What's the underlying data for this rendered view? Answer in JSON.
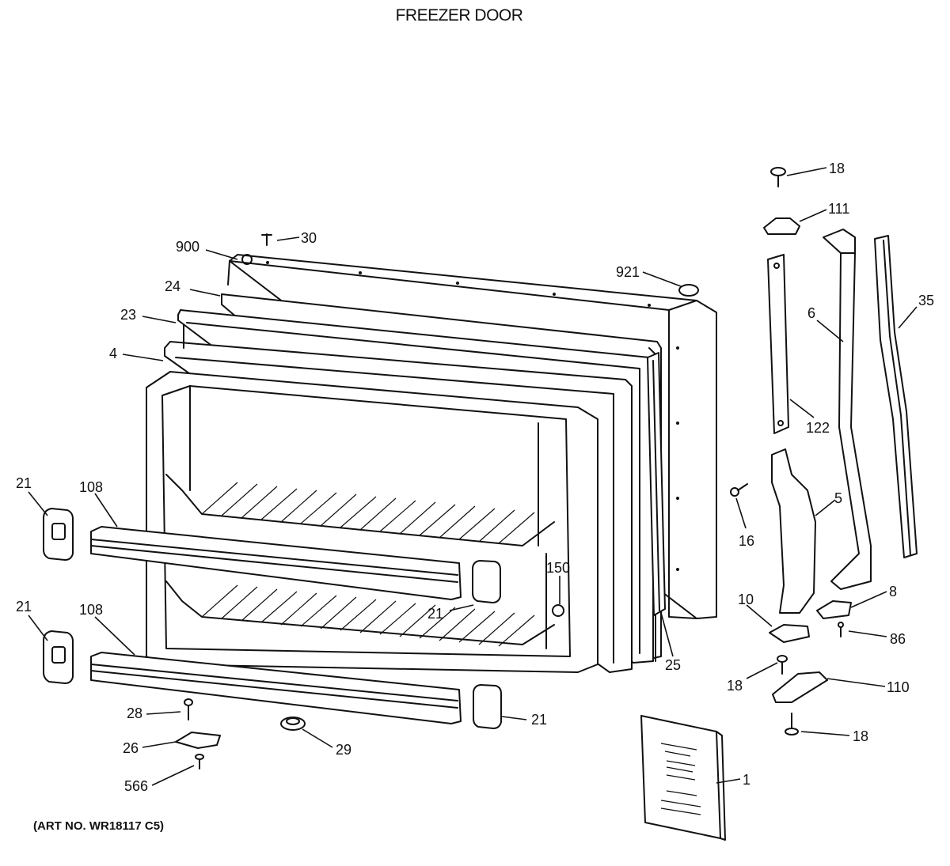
{
  "title": "FREEZER DOOR",
  "art_number": "(ART NO. WR18117 C5)",
  "callouts": [
    {
      "id": "c-18-top",
      "label": "18"
    },
    {
      "id": "c-111",
      "label": "111"
    },
    {
      "id": "c-30",
      "label": "30"
    },
    {
      "id": "c-900",
      "label": "900"
    },
    {
      "id": "c-921",
      "label": "921"
    },
    {
      "id": "c-24",
      "label": "24"
    },
    {
      "id": "c-35",
      "label": "35"
    },
    {
      "id": "c-23",
      "label": "23"
    },
    {
      "id": "c-6",
      "label": "6"
    },
    {
      "id": "c-4",
      "label": "4"
    },
    {
      "id": "c-122",
      "label": "122"
    },
    {
      "id": "c-21-a",
      "label": "21"
    },
    {
      "id": "c-108-a",
      "label": "108"
    },
    {
      "id": "c-5",
      "label": "5"
    },
    {
      "id": "c-16",
      "label": "16"
    },
    {
      "id": "c-150",
      "label": "150"
    },
    {
      "id": "c-21-b",
      "label": "21"
    },
    {
      "id": "c-10",
      "label": "10"
    },
    {
      "id": "c-8",
      "label": "8"
    },
    {
      "id": "c-21-c",
      "label": "21"
    },
    {
      "id": "c-108-b",
      "label": "108"
    },
    {
      "id": "c-86",
      "label": "86"
    },
    {
      "id": "c-25",
      "label": "25"
    },
    {
      "id": "c-18-mid",
      "label": "18"
    },
    {
      "id": "c-110",
      "label": "110"
    },
    {
      "id": "c-28",
      "label": "28"
    },
    {
      "id": "c-21-d",
      "label": "21"
    },
    {
      "id": "c-18-bot",
      "label": "18"
    },
    {
      "id": "c-26",
      "label": "26"
    },
    {
      "id": "c-29",
      "label": "29"
    },
    {
      "id": "c-1",
      "label": "1"
    },
    {
      "id": "c-566",
      "label": "566"
    }
  ]
}
